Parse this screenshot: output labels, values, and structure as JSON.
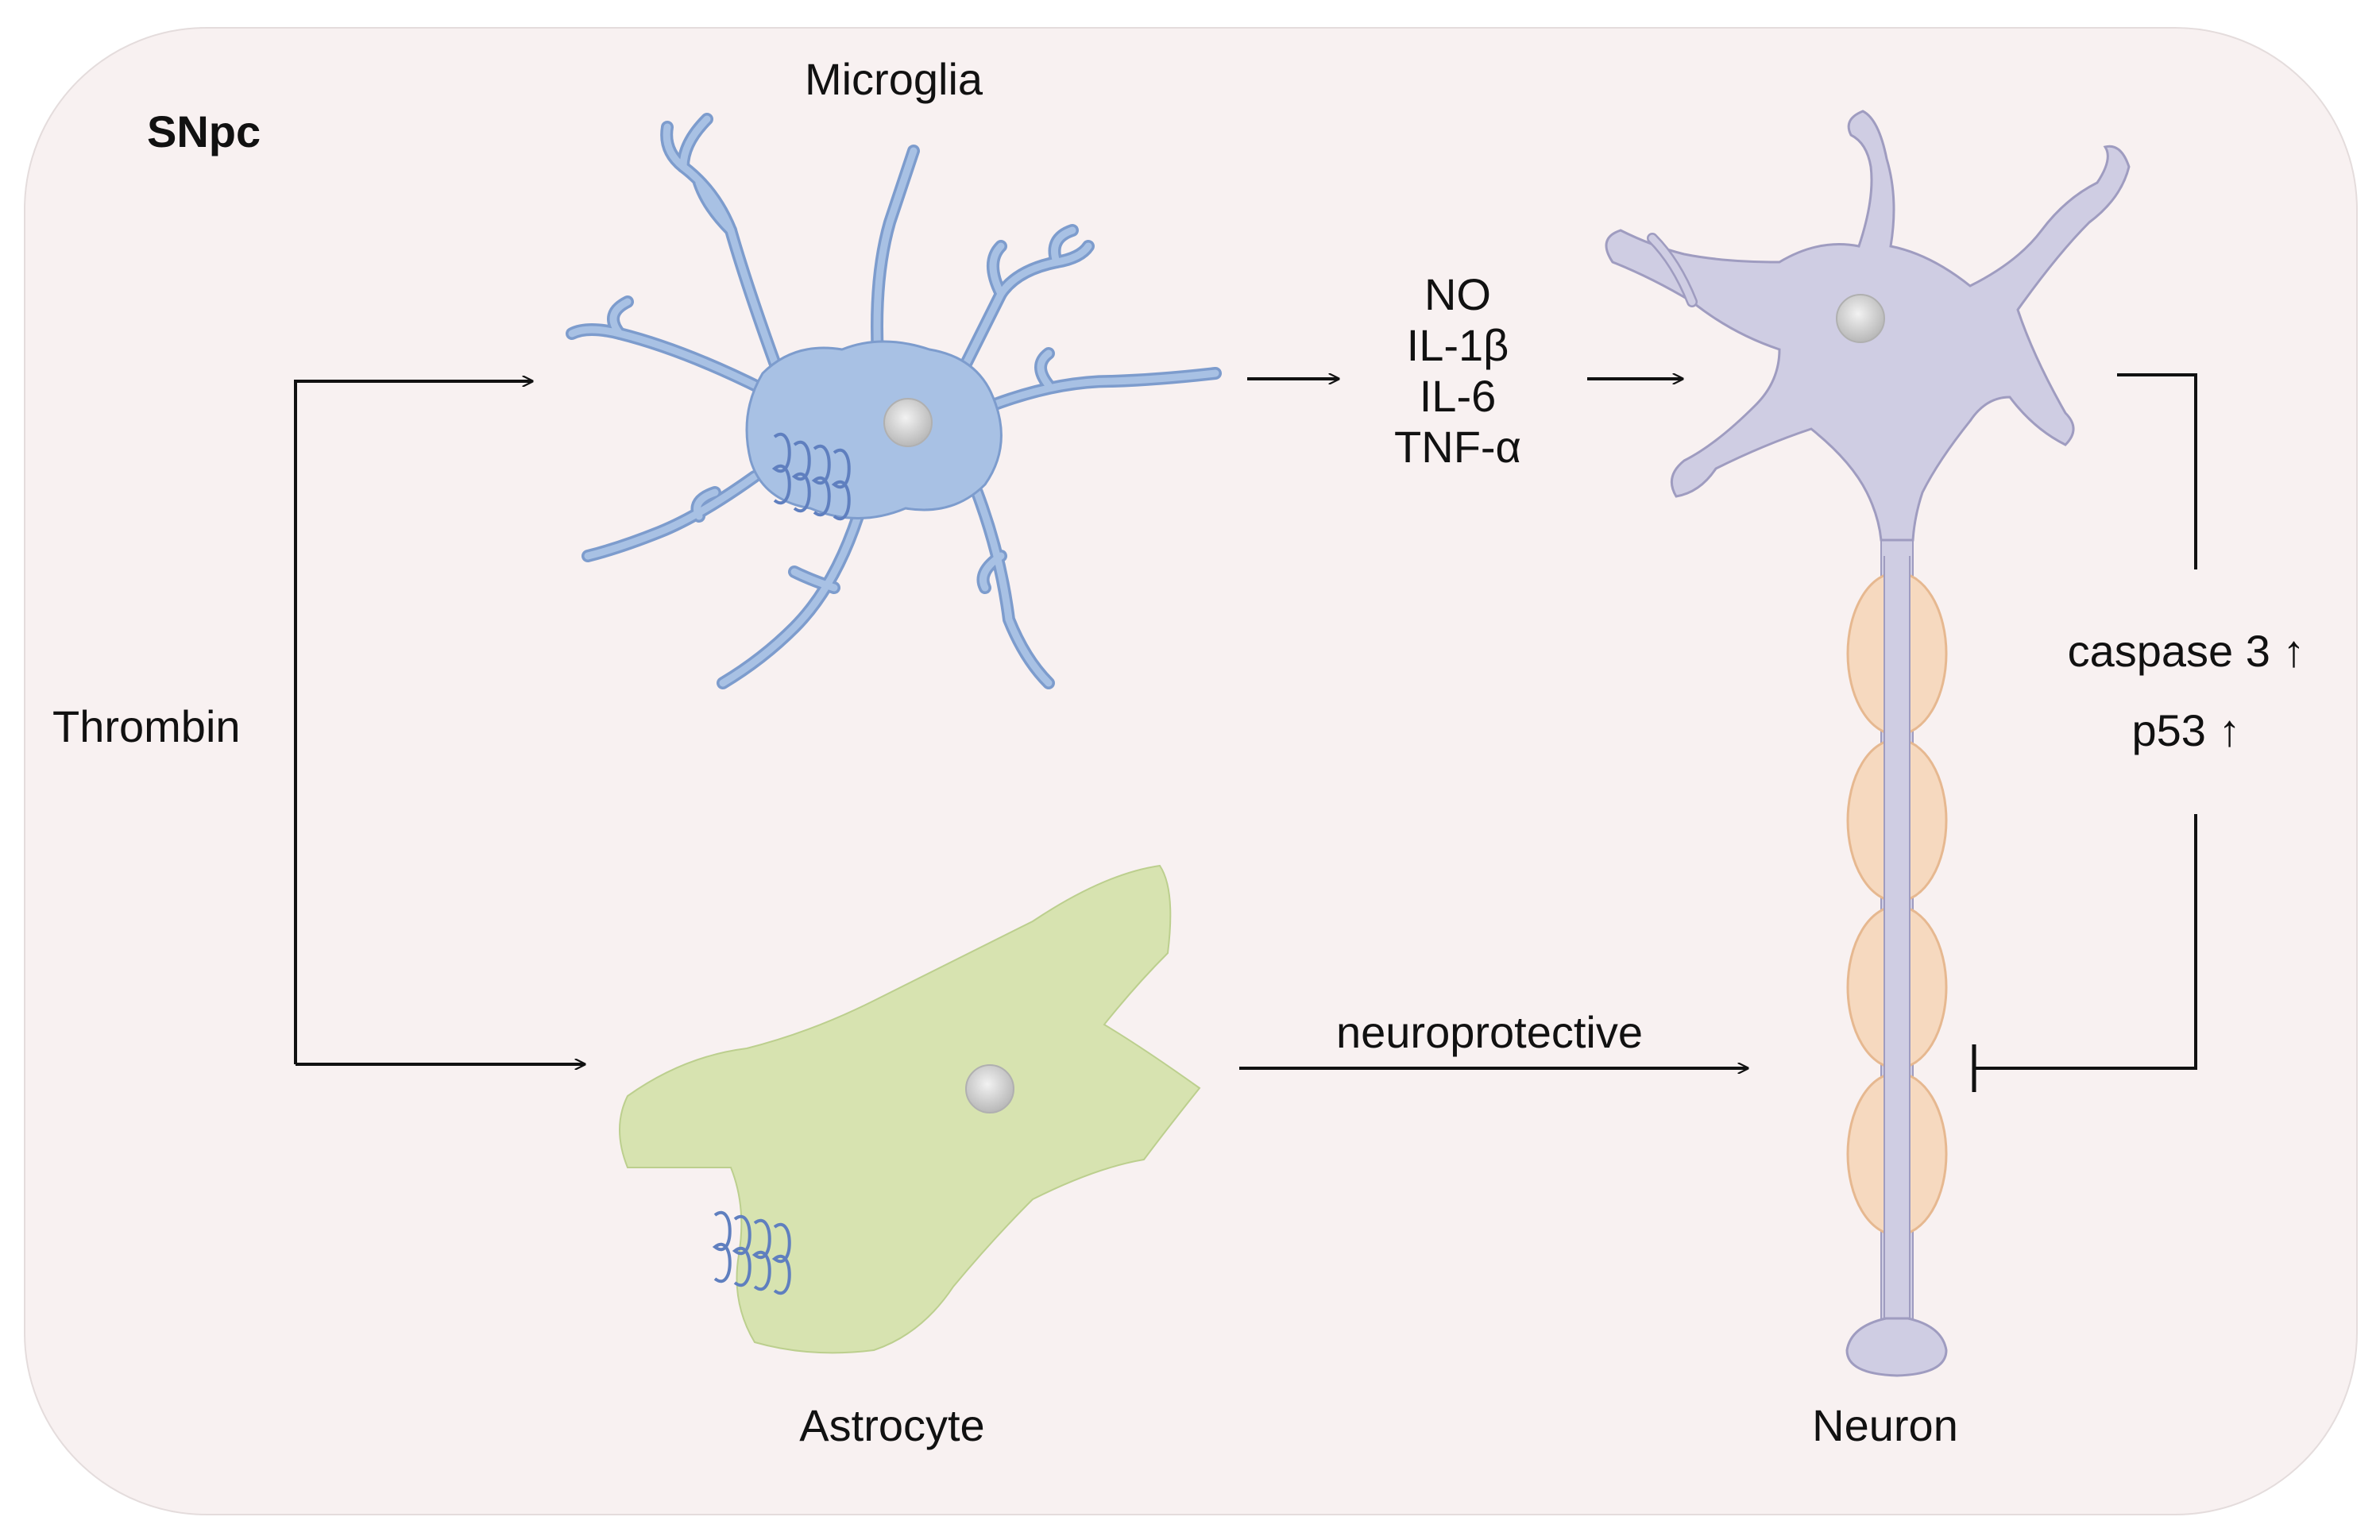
{
  "region": "SNpc",
  "cells": {
    "microglia": "Microglia",
    "astrocyte": "Astrocyte",
    "neuron": "Neuron"
  },
  "stimulus": "Thrombin",
  "mediators": [
    "NO",
    "IL-1β",
    "IL-6",
    "TNF-α"
  ],
  "astro_effect": "neuroprotective",
  "markers": [
    "caspase 3 ↑",
    "p53 ↑"
  ],
  "colors": {
    "background": "#f8f1f1",
    "microglia": "#a8c1e4",
    "microglia_outline": "#7d9ccd",
    "astrocyte": "#d7e3b0",
    "neuron": "#cfcde3",
    "neuron_outline": "#9f9cc0",
    "myelin": "#f6d9bf",
    "myelin_outline": "#e6b890",
    "nucleus": "#cfcfcf"
  },
  "icons": [
    "receptor-coil-icon",
    "arrow-icon",
    "inhibition-bar-icon"
  ]
}
